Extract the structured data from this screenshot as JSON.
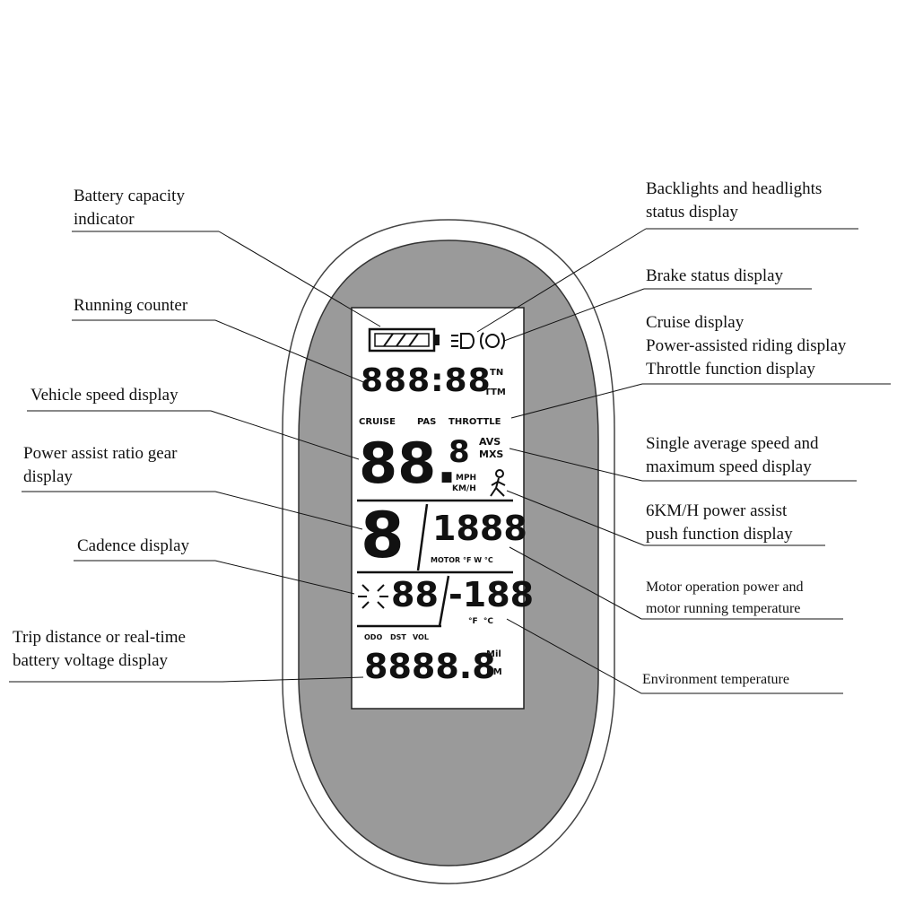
{
  "callouts": {
    "battery": [
      "Battery capacity",
      "indicator"
    ],
    "running": [
      "Running counter"
    ],
    "vehicle_speed": [
      "Vehicle speed display"
    ],
    "power_ratio": [
      "Power assist ratio gear",
      "display"
    ],
    "cadence": [
      "Cadence display"
    ],
    "trip": [
      "Trip distance or real-time",
      "battery voltage display"
    ],
    "backlights": [
      "Backlights and headlights",
      "status display"
    ],
    "brake": [
      "Brake status display"
    ],
    "cruise": [
      "Cruise display",
      "Power-assisted riding display",
      "Throttle function display"
    ],
    "avg_max": [
      "Single average speed and",
      "maximum speed display"
    ],
    "push": [
      "6KM/H power assist",
      "push function display"
    ],
    "motor": [
      "Motor operation power and",
      "motor running temperature"
    ],
    "env_temp": [
      "Environment temperature"
    ]
  },
  "lcd": {
    "counter_digits": "888:88",
    "counter_tn": "TN",
    "counter_ttm": "TTM",
    "mode_cruise": "CRUISE",
    "mode_pas": "PAS",
    "mode_throttle": "THROTTLE",
    "speed_digits": "88.",
    "speed_small_digit": "8",
    "avs": "AVS",
    "mxs": "MXS",
    "mph": "MPH",
    "kmh": "KM/H",
    "gear_digit": "8",
    "motor_digits": "1888",
    "motor_label": "MOTOR °F W °C",
    "cadence_digits": "88",
    "env_digits": "-188",
    "env_units": "°F  °C",
    "odo": "ODO",
    "dst": "DST",
    "vol": "VOL",
    "trip_digits": "8888.8",
    "mil": "Mil",
    "km": "KM"
  },
  "colors": {
    "outer_bezel": "#ffffff",
    "gray_bezel": "#9a9a9a",
    "lcd_screen": "#ffffff",
    "ink": "#111111"
  },
  "icons": [
    "battery-icon",
    "headlight-icon",
    "brake-icon",
    "walk-person-icon",
    "cadence-sun-icon"
  ]
}
